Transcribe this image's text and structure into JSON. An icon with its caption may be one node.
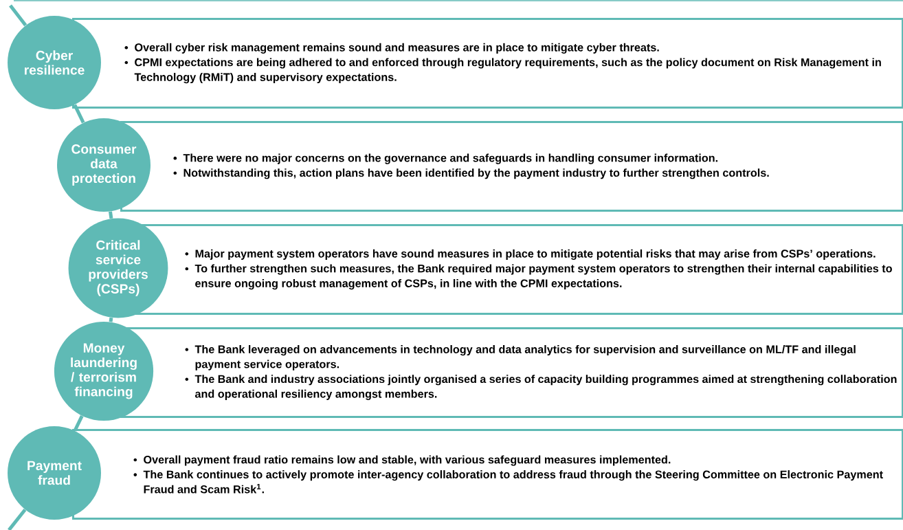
{
  "diagram": {
    "nodes": [
      {
        "text": [
          "Cyber resilience"
        ]
      },
      {
        "text": [
          "Overall cyber risk management remains sound and measures are in place to mitigate cyber threats.",
          "CPMI expectations are being adhered to and enforced through regulatory requirements, such as the policy document on Risk Management in Technology (RMiT) and supervisory expectations."
        ]
      },
      {
        "text": [
          "Consumer data protection"
        ]
      },
      {
        "text": [
          "There were no major concerns on the governance and safeguards in handling consumer information.",
          "Notwithstanding this, action plans have been identified by the payment industry to further strengthen controls."
        ]
      },
      {
        "text": [
          "Critical service providers (CSPs)"
        ]
      },
      {
        "text": [
          "Major payment system operators have sound measures in place to mitigate potential risks that may arise from CSPs’ operations.",
          "To further strengthen such measures, the Bank required major payment system operators to strengthen their internal capabilities to ensure ongoing robust management of CSPs, in line with the CPMI expectations."
        ]
      },
      {
        "text": [
          "Money laundering / terrorism financing"
        ]
      },
      {
        "text": [
          "The Bank leveraged on advancements in technology and data analytics for supervision and surveillance on ML/TF and illegal payment service operators.",
          "The Bank and industry associations jointly organised a series of capacity building programmes aimed at strengthening collaboration and operational resiliency amongst members."
        ]
      },
      {
        "text": [
          "Payment fraud"
        ]
      },
      {
        "text": [
          "Overall payment fraud ratio remains low and stable, with various safeguard measures implemented.",
          "The Bank continues to actively promote inter-agency collaboration to address fraud through the Steering Committee on Electronic Payment Fraud and Scam Risk$^{1}$."
        ]
      }
    ],
    "edges": [
      {
        "from": null,
        "to": 0,
        "arrow": "none"
      },
      {
        "from": 0,
        "to": 2,
        "arrow": "none"
      },
      {
        "from": 2,
        "to": 4,
        "arrow": "none"
      },
      {
        "from": 4,
        "to": 6,
        "arrow": "none"
      },
      {
        "from": 6,
        "to": 8,
        "arrow": "none"
      },
      {
        "from": 8,
        "to": null,
        "arrow": "none"
      }
    ]
  }
}
